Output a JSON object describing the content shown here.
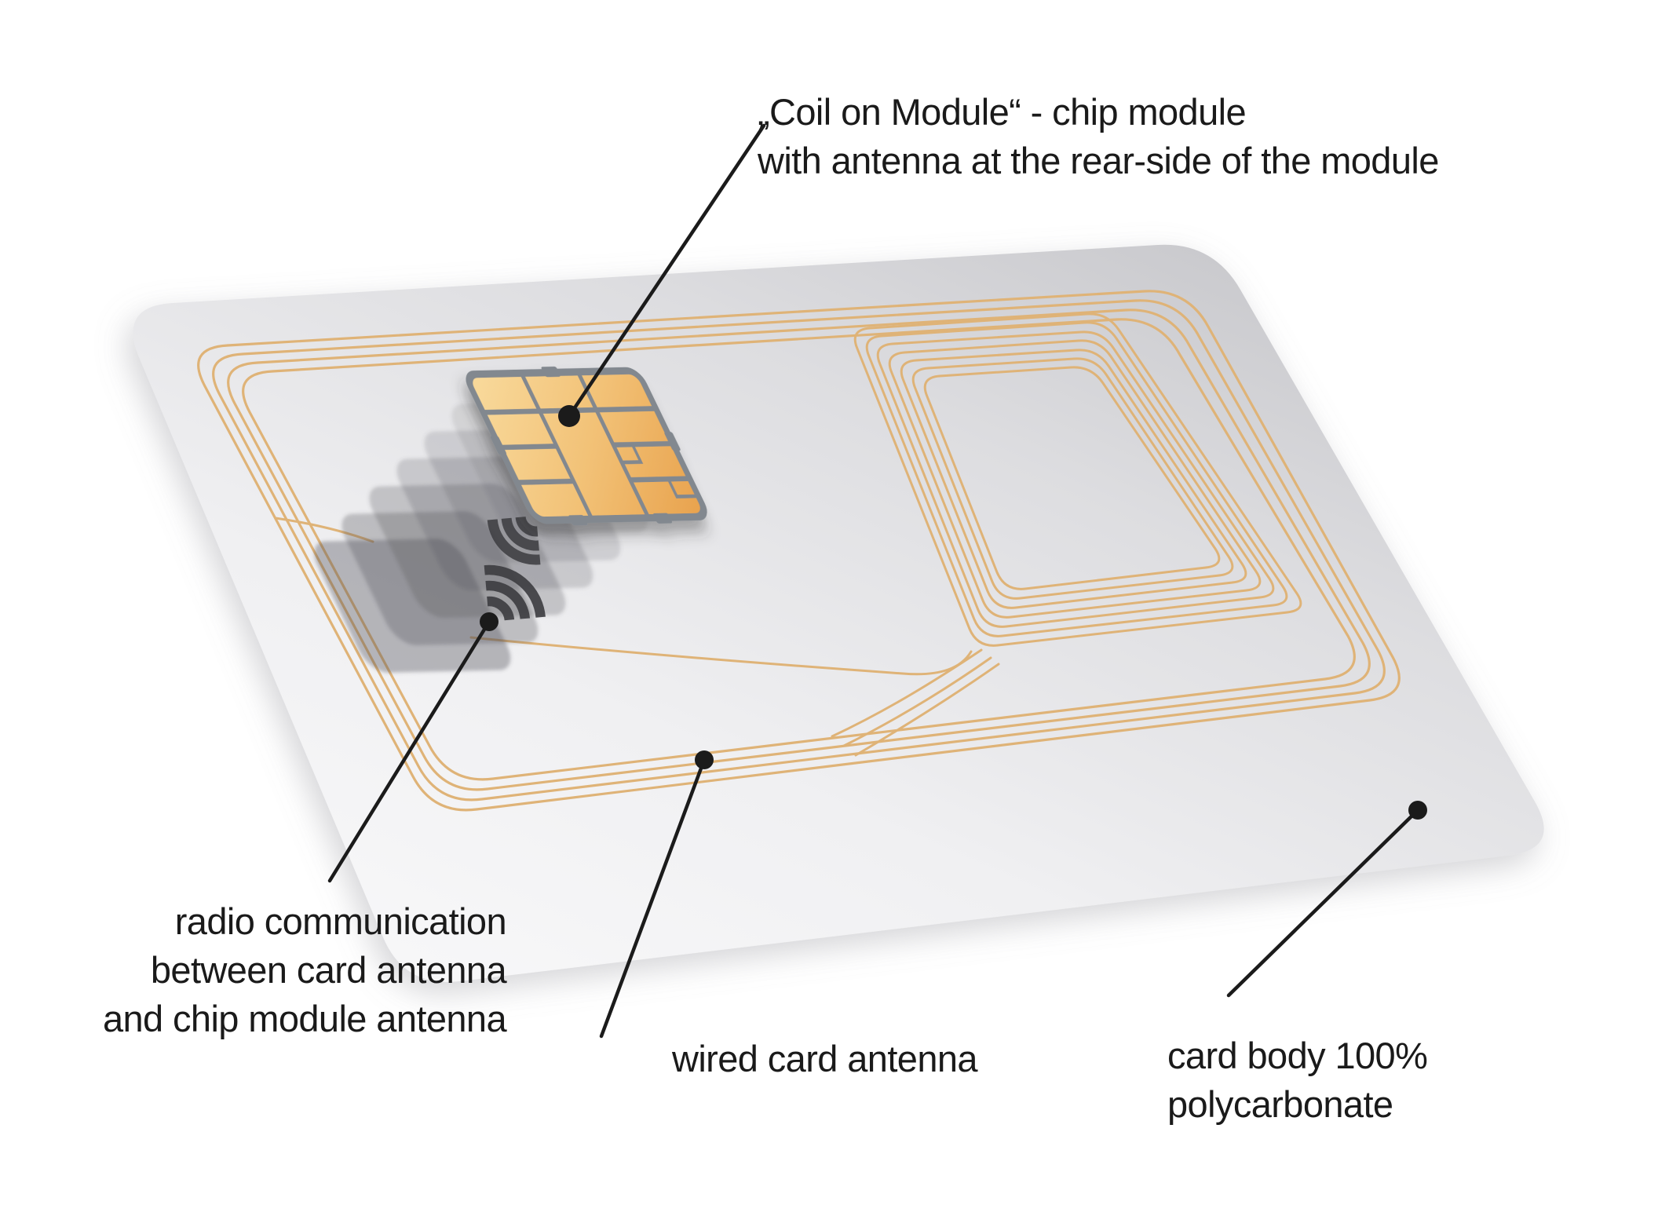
{
  "labels": {
    "chip_module": {
      "line1": "„Coil on Module“ - chip module",
      "line2": "with antenna at the rear-side of the module"
    },
    "radio": {
      "line1": "radio communication",
      "line2": "between card antenna",
      "line3": "and chip module antenna"
    },
    "wired": {
      "line1": "wired card antenna"
    },
    "body": {
      "line1": "card body 100%",
      "line2": "polycarbonate"
    }
  },
  "colors": {
    "background": "#ffffff",
    "card_light": "#fafafb",
    "card_dark": "#c6c6ca",
    "coil_wire": "#dfb377",
    "chip_gold_light": "#f8d899",
    "chip_gold_dark": "#e8a24d",
    "chip_gray": "#82888f",
    "ghost_gray": "#52525a",
    "radio_waves": "#3c3c40",
    "callout": "#1b1b1b",
    "text": "#1a1a1a"
  },
  "icons": {
    "upper_waves": "radio-waves-icon",
    "lower_waves": "radio-waves-icon"
  }
}
